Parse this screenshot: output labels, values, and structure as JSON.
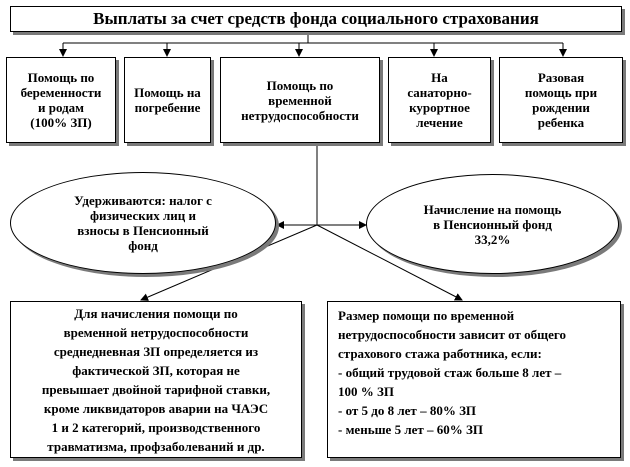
{
  "title": "Выплаты за счет средств фонда социального страхования",
  "categories": [
    "Помощь по\nбеременности\nи родам\n(100% ЗП)",
    "Помощь на\nпогребение",
    "Помощь по\nвременной\nнетрудоспособности",
    "На\nсанаторно-\nкурортное\nлечение",
    "Разовая\nпомощь при\nрождении\nребенка"
  ],
  "left_oval": "Удерживаются: налог с\nфизических лиц и\nвзносы в Пенсионный\nфонд",
  "right_oval": "Начисление на помощь\nв Пенсионный фонд\n33,2%",
  "bottom_left": "Для начисления помощи по\nвременной нетрудоспособности\nсреднедневная ЗП определяется из\nфактической ЗП, которая не\nпревышает двойной тарифной ставки,\nкроме ликвидаторов аварии на ЧАЭС\n1 и 2 категорий, производственного\nтравматизма, профзаболеваний и др.",
  "bottom_right": "Размер помощи по временной\nнетрудоспособности зависит от общего\nстрахового стажа работника, если:\n- общий трудовой стаж больше 8 лет –\n100 % ЗП\n- от 5 до 8 лет – 80% ЗП\n- меньше 5 лет – 60% ЗП"
}
